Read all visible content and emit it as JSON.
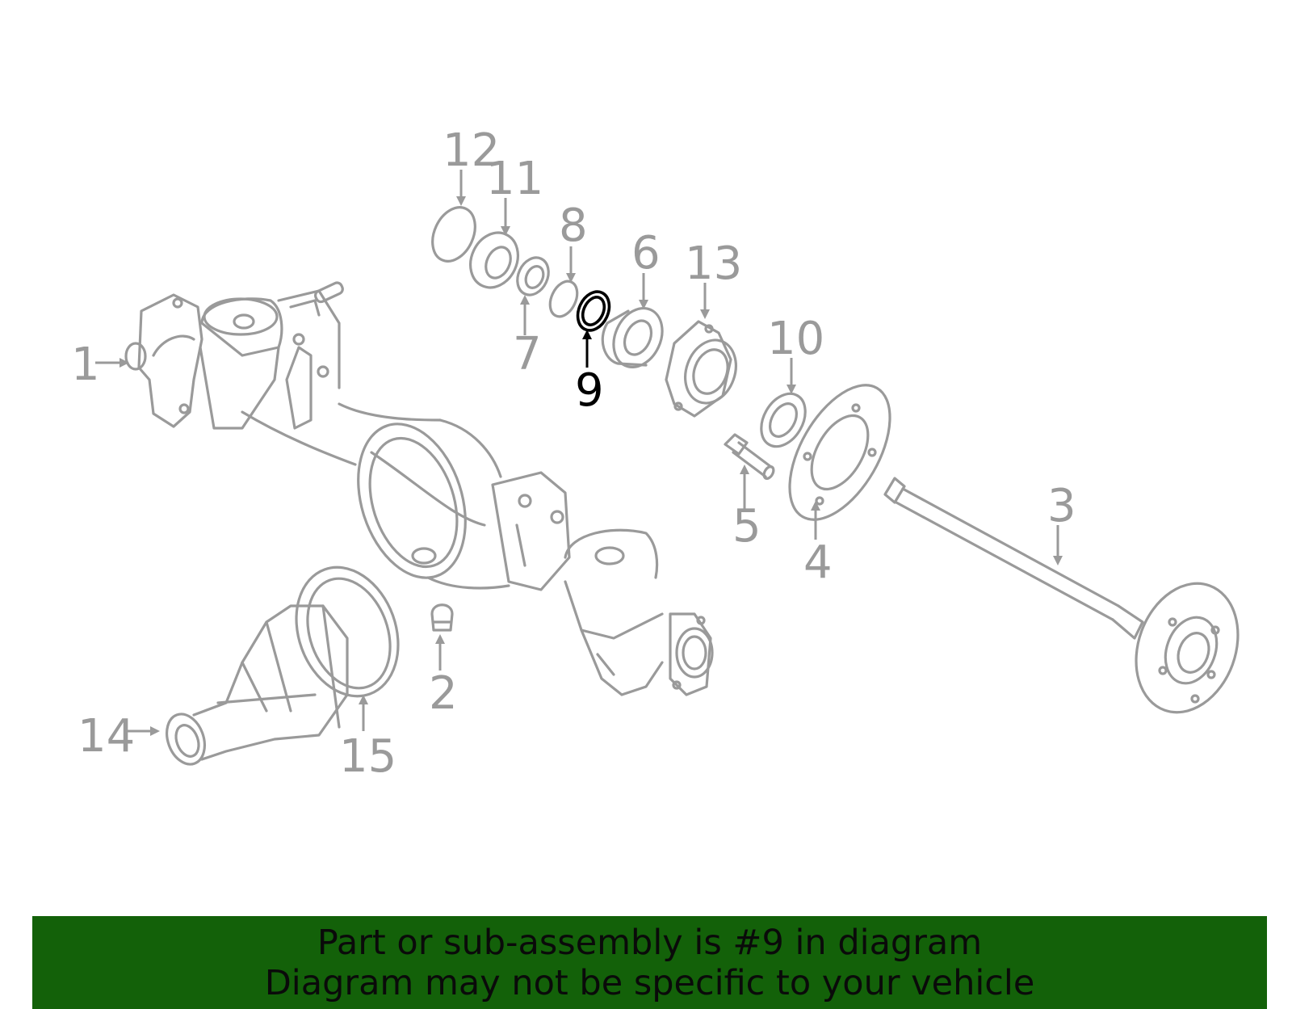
{
  "diagram": {
    "highlight_color": "#000000",
    "part_color": "#9a9a9a",
    "highlighted_callout": "9",
    "callouts": [
      "1",
      "2",
      "3",
      "4",
      "5",
      "6",
      "7",
      "8",
      "9",
      "10",
      "11",
      "12",
      "13",
      "14",
      "15"
    ]
  },
  "banner": {
    "background_color": "#136109",
    "line1": "Part or sub-assembly is #9 in diagram",
    "line2": "Diagram may not be specific to your vehicle"
  }
}
